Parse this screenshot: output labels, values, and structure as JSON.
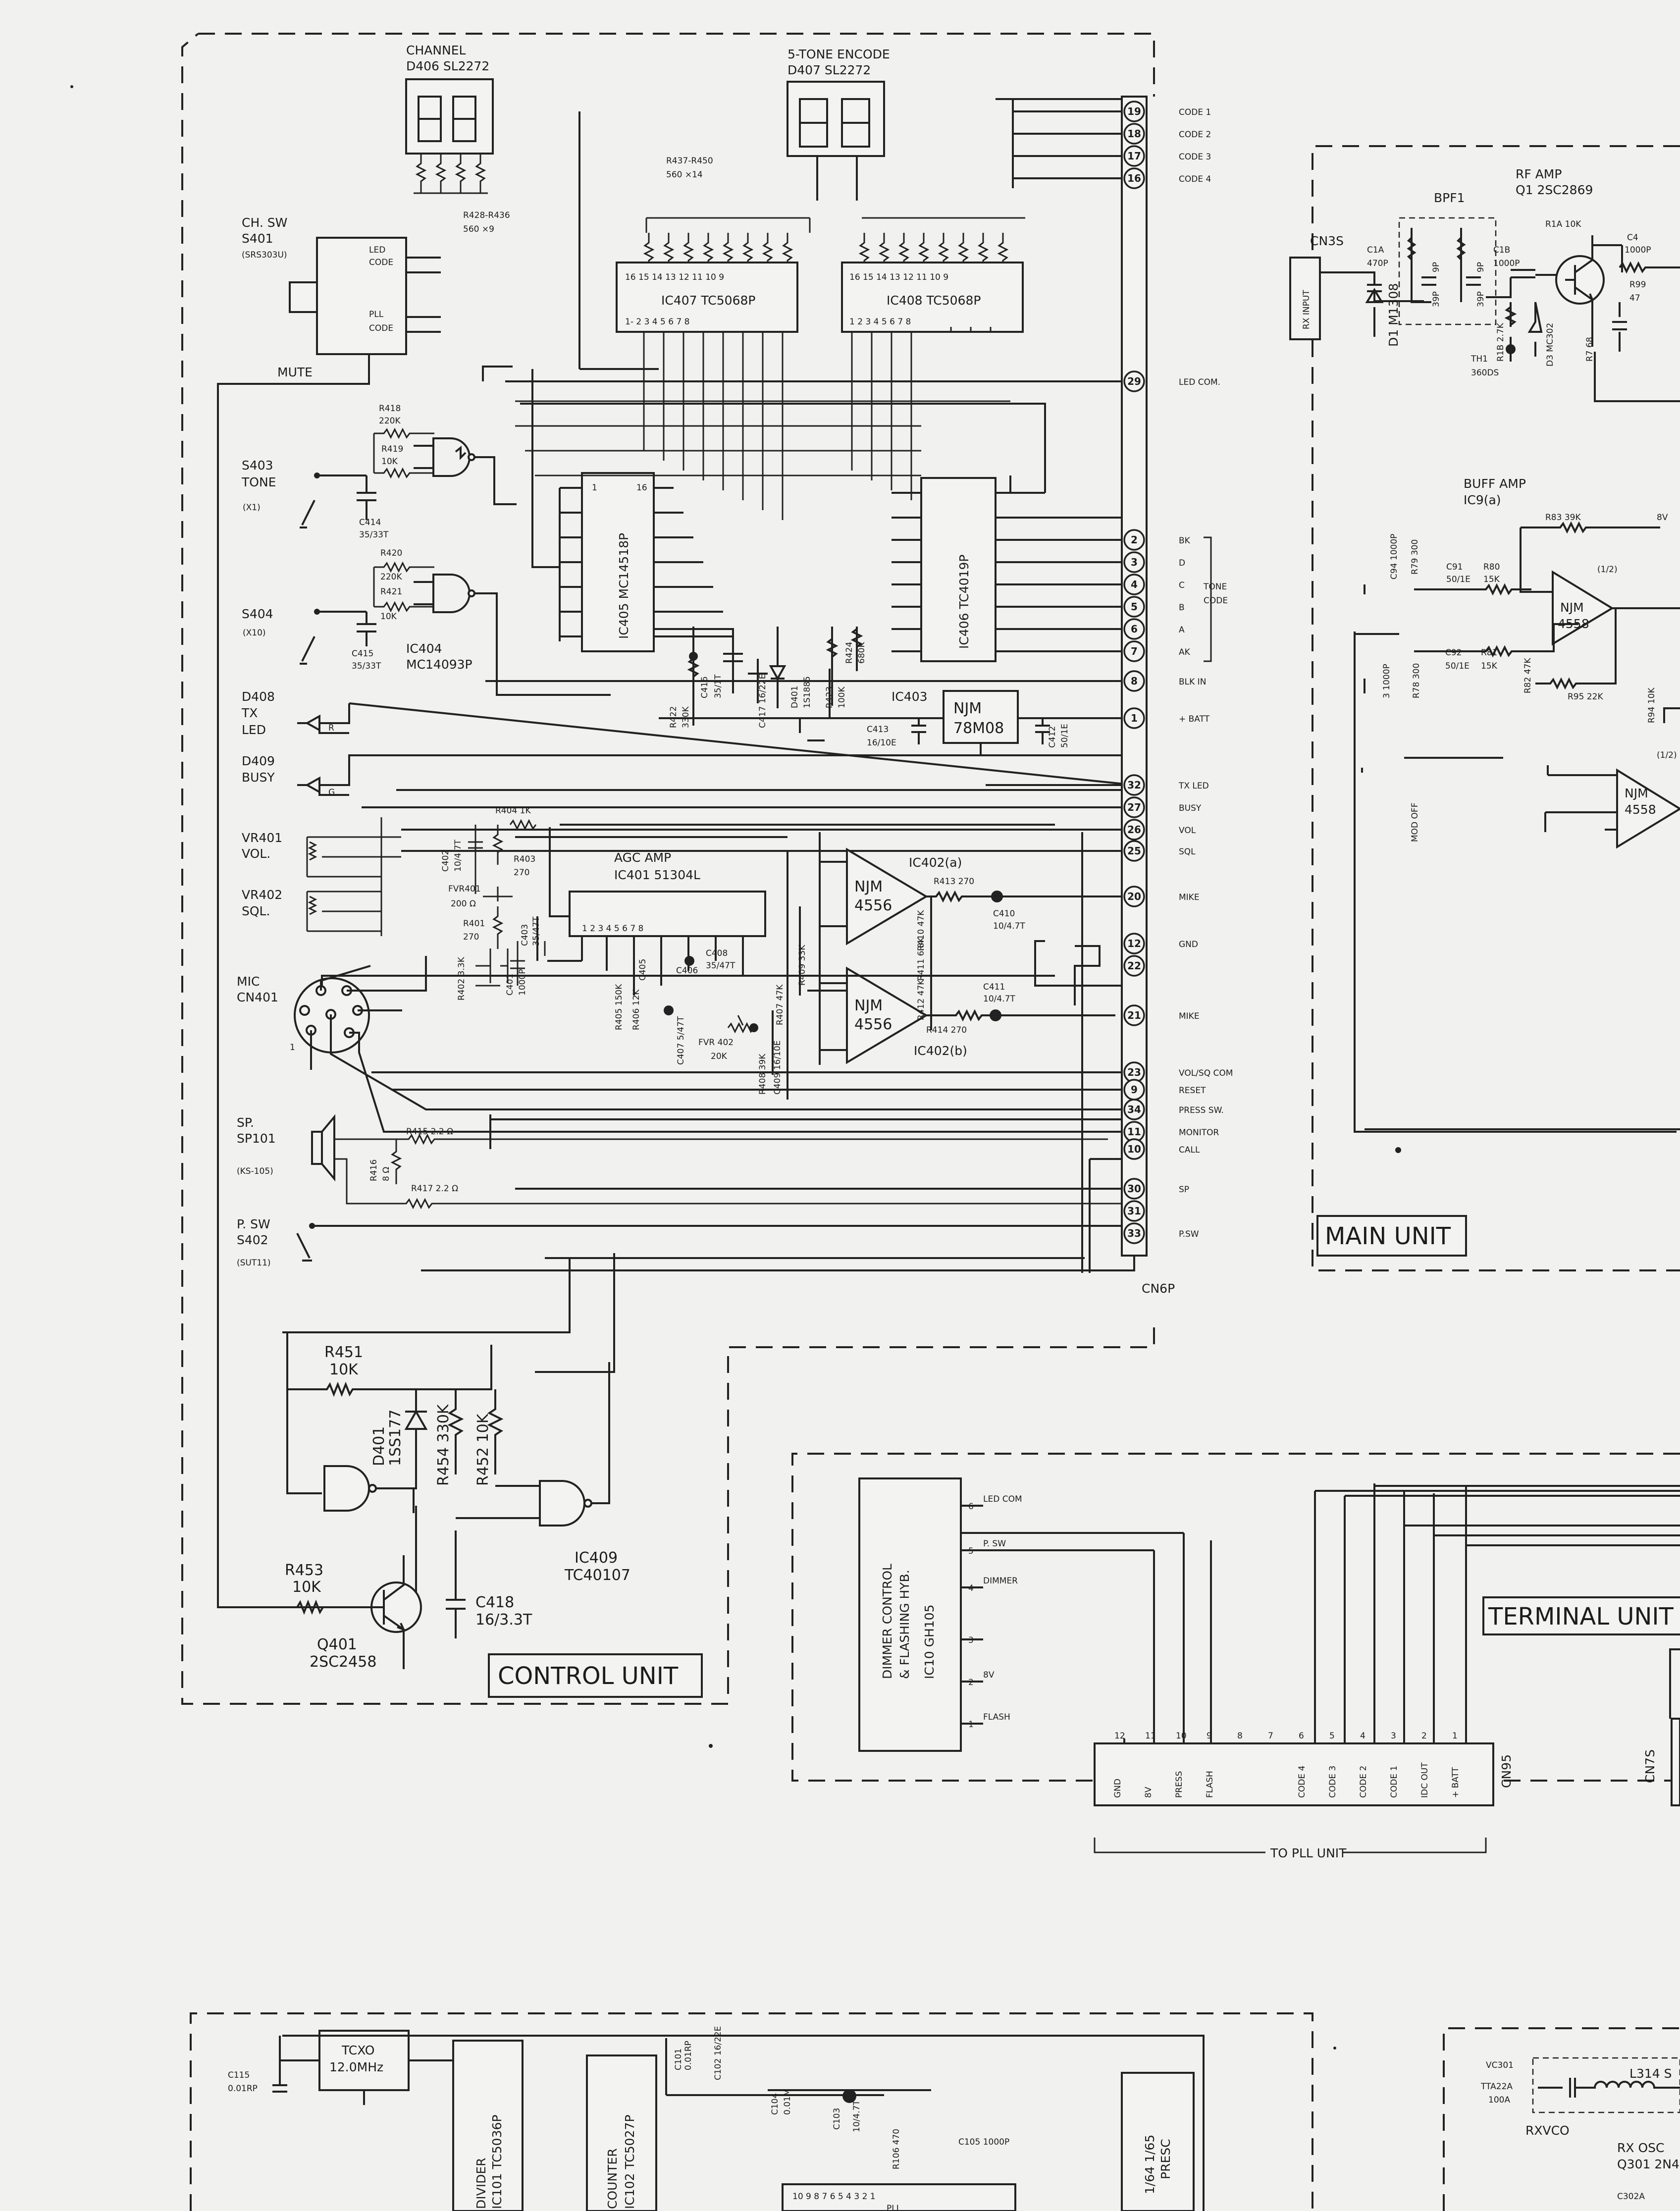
{
  "control_unit": {
    "title": "CONTROL UNIT",
    "channel": {
      "label": "CHANNEL",
      "part": "D406 SL2272"
    },
    "five_tone": {
      "label": "5-TONE ENCODE",
      "part": "D407 SL2272"
    },
    "r428": "R428-R436",
    "r428v": "560 ×9",
    "r437": "R437-R450",
    "r437v": "560 ×14",
    "chsw": {
      "name": "CH. SW",
      "ref": "S401",
      "model": "(SRS303U)",
      "led": "LED",
      "code": "CODE",
      "pll": "PLL",
      "code2": "CODE"
    },
    "mute": "MUTE",
    "ic407": "IC407 TC5068P",
    "ic408": "IC408 TC5068P",
    "ic405": "IC405 MC14518P",
    "ic406": "IC406 TC4019P",
    "ic404": "IC404",
    "ic404b": "MC14093P",
    "ic403": "IC403",
    "reg": "NJM",
    "reg2": "78M08",
    "s403": {
      "name": "S403",
      "func": "TONE",
      "x": "(X1)"
    },
    "s404": {
      "name": "S404",
      "x": "(X10)"
    },
    "r418": "R418",
    "r418v": "220K",
    "r419": "R419",
    "r419v": "10K",
    "c414": "C414",
    "c414v": "35/33T",
    "r420": "R420",
    "r420v": "220K",
    "r421": "R421",
    "r421v": "10K",
    "c415": "C415",
    "c415v": "35/33T",
    "d408": {
      "ref": "D408",
      "a": "TX",
      "b": "LED",
      "c": "R"
    },
    "d409": {
      "ref": "D409",
      "a": "BUSY",
      "c": "G"
    },
    "vr401": {
      "ref": "VR401",
      "name": "VOL."
    },
    "vr402": {
      "ref": "VR402",
      "name": "SQL."
    },
    "mic": {
      "name": "MIC",
      "ref": "CN401"
    },
    "sp": {
      "name": "SP.",
      "ref": "SP101",
      "model": "(KS-105)"
    },
    "psw": {
      "name": "P. SW",
      "ref": "S402",
      "model": "(SUT11)"
    },
    "agc": {
      "title": "AGC AMP",
      "part": "IC401 51304L"
    },
    "ic402a": "IC402(a)",
    "ic402b": "IC402(b)",
    "njm": "NJM",
    "njm_v": "4556",
    "r404": "R404 1K",
    "c402": "C402",
    "c402v": "10/4.7T",
    "r403": "R403",
    "r403v": "270",
    "fvr401": "FVR401",
    "fvr401v": "200 Ω",
    "r401": "R401",
    "r401v": "270",
    "c403": "C403",
    "c403v": "35/47T",
    "r402": "R402 3.3K",
    "c401": "C401",
    "c401v": "1000P",
    "r415": "R415 2.2 Ω",
    "r416": "R416",
    "r416v": "8 Ω",
    "r417": "R417 2.2 Ω",
    "r413": "R413 270",
    "c410": "C410",
    "c410v": "10/4.7T",
    "c411": "C411",
    "c411v": "10/4.7T",
    "r414": "R414 270",
    "fvr402": "FVR 402",
    "fvr402v": "20K",
    "c408": "C408",
    "c408v": "35/47T",
    "c416": "C416",
    "c416v": "35/1T",
    "c417": "C417 16/22E",
    "d401a": "D401",
    "d401av": "1S1885",
    "r424": "R424",
    "r424v": "680K",
    "r423": "R423",
    "r423v": "100K",
    "r422": "R422",
    "r422v": "330K",
    "c413": "C413",
    "c413v": "16/10E",
    "c412": "C412",
    "c412v": "50/1E",
    "r451": "R451",
    "r451v": "10K",
    "d401": "D401",
    "d401v": "1SS177",
    "r454": "R454 330K",
    "r452": "R452 10K",
    "ic409": "IC409",
    "ic409v": "TC40107",
    "r453": "R453",
    "r453v": "10K",
    "q401": "Q401",
    "q401v": "2SC2458",
    "c418": "C418",
    "c418v": "16/3.3T",
    "cn6p": "CN6P"
  },
  "connector_pins": [
    {
      "num": "19",
      "label": "CODE 1"
    },
    {
      "num": "18",
      "label": "CODE 2"
    },
    {
      "num": "17",
      "label": "CODE 3"
    },
    {
      "num": "16",
      "label": "CODE 4"
    },
    {
      "num": "29",
      "label": "LED COM."
    },
    {
      "num": "2",
      "label": "BK"
    },
    {
      "num": "3",
      "label": "D"
    },
    {
      "num": "4",
      "label": "C"
    },
    {
      "num": "5",
      "label": "B"
    },
    {
      "num": "6",
      "label": "A"
    },
    {
      "num": "7",
      "label": "AK"
    },
    {
      "num": "8",
      "label": "BLK IN"
    },
    {
      "num": "1",
      "label": "+ BATT"
    },
    {
      "num": "32",
      "label": "TX LED"
    },
    {
      "num": "27",
      "label": "BUSY"
    },
    {
      "num": "26",
      "label": "VOL"
    },
    {
      "num": "25",
      "label": "SQL"
    },
    {
      "num": "20",
      "label": "MIKE"
    },
    {
      "num": "12",
      "label": "GND"
    },
    {
      "num": "22",
      "label": ""
    },
    {
      "num": "21",
      "label": "MIKE"
    },
    {
      "num": "23",
      "label": "VOL/SQ COM"
    },
    {
      "num": "9",
      "label": "RESET"
    },
    {
      "num": "34",
      "label": "PRESS SW."
    },
    {
      "num": "11",
      "label": "MONITOR"
    },
    {
      "num": "10",
      "label": "CALL"
    },
    {
      "num": "30",
      "label": "SP"
    },
    {
      "num": "31",
      "label": ""
    },
    {
      "num": "33",
      "label": "P.SW"
    }
  ],
  "tone_code": "TONE CODE",
  "main_unit": {
    "title": "MAIN UNIT",
    "rf_amp": "RF AMP",
    "q1": "Q1 2SC2869",
    "cn3s": "CN3S",
    "rx_input": "RX INPUT",
    "bpf1": "BPF1",
    "c1a": "C1A",
    "c1av": "470P",
    "c1b": "C1B",
    "c1bv": "1000P",
    "r1a": "R1A 10K",
    "d1": "D1 M1308",
    "th1": "TH1",
    "th1v": "360DS",
    "d3": "D3 MC302",
    "r1b": "R1B 2.7K",
    "r7": "R7 68",
    "r99": "R99",
    "r99v": "47",
    "c4": "C4",
    "c4v": "1000P",
    "p39a": "39P",
    "p39b": "39P",
    "p9a": "9P",
    "p9b": "9P",
    "buff_amp": "BUFF AMP",
    "ic9a": "IC9(a)",
    "r83": "R83 39K",
    "v8": "8V",
    "half": "(1/2)",
    "half2": "(1/2)",
    "c94": "C94 1000P",
    "r79": "R79 300",
    "c91": "C91",
    "c91v": "50/1E",
    "r80": "R80",
    "r80v": "15K",
    "c3": "3 1000P",
    "r78": "R78 300",
    "c92": "C92",
    "c92v": "50/1E",
    "r81": "R81",
    "r81v": "15K",
    "r82": "R82 47K",
    "r95": "R95 22K",
    "r94": "R94 10K",
    "njm": "NJM",
    "njm4558": "4558",
    "mod_off": "MOD OFF"
  },
  "terminal_unit": {
    "title": "TERMINAL UNIT",
    "hyb_line1": "DIMMER CONTROL",
    "hyb_line2": "& FLASHING HYB.",
    "hyb_line3": "IC10   GH105",
    "pins_left": [
      {
        "num": "6",
        "label": "LED COM"
      },
      {
        "num": "5",
        "label": "P. SW"
      },
      {
        "num": "4",
        "label": "DIMMER"
      },
      {
        "num": "3",
        "label": ""
      },
      {
        "num": "2",
        "label": "8V"
      },
      {
        "num": "1",
        "label": "FLASH"
      }
    ],
    "cn95": "CN95",
    "cn95_pins": [
      {
        "num": "12",
        "label": "GND"
      },
      {
        "num": "11",
        "label": "8V"
      },
      {
        "num": "10",
        "label": "PRESS"
      },
      {
        "num": "9",
        "label": "FLASH"
      },
      {
        "num": "8",
        "label": ""
      },
      {
        "num": "7",
        "label": ""
      },
      {
        "num": "6",
        "label": "CODE 4"
      },
      {
        "num": "5",
        "label": "CODE 3"
      },
      {
        "num": "4",
        "label": "CODE 2"
      },
      {
        "num": "3",
        "label": "CODE 1"
      },
      {
        "num": "2",
        "label": "IDC OUT"
      },
      {
        "num": "1",
        "label": "+ BATT"
      }
    ],
    "to_pll": "TO PLL UNIT",
    "cn7s": "CN7S"
  },
  "pll_unit": {
    "c115": "C115",
    "c115v": "0.01RP",
    "tcxo": "TCXO",
    "tcxov": "12.0MHz",
    "divider": "DIVIDER",
    "ic101": "IC101 TC5036P",
    "counter": "COUNTER",
    "ic102": "IC102 TC5027P",
    "c101": "C101",
    "c101v": "0.01RP",
    "c102": "C102 16/22E",
    "c104": "C104",
    "c104v": "0.01M",
    "c103": "C103",
    "c103v": "10/4.7T",
    "r106": "R106 470",
    "c105": "C105 1000P",
    "presc": "1/64 1/65",
    "presc2": "PRESC",
    "pll": "PLL"
  },
  "rxvco": {
    "vc301": "VC301",
    "tta": "TTA22A",
    "tta2": "100A",
    "l314": "L314 S",
    "name": "RXVCO",
    "rx_osc": "RX OSC",
    "q301": "Q301 2N4",
    "c302": "C302A"
  }
}
